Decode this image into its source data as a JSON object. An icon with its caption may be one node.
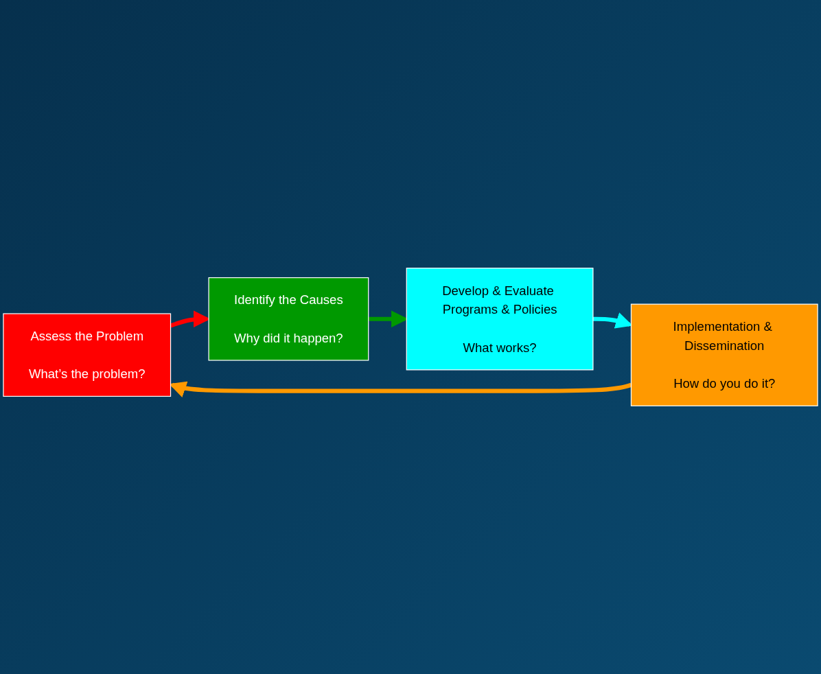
{
  "diagram": {
    "nodes": [
      {
        "text": [
          "Assess the Problem",
          "What’s the problem?"
        ]
      },
      {
        "text": [
          "Identify the Causes",
          "Why did it happen?"
        ]
      },
      {
        "text": [
          "Develop & Evaluate Programs & Policies",
          "What works?"
        ]
      },
      {
        "text": [
          "Implementation & Dissemination",
          "How do you do it?"
        ]
      }
    ],
    "edges": [
      {
        "from": 0,
        "to": 1,
        "arrow": "to",
        "color": "#ff0000"
      },
      {
        "from": 1,
        "to": 2,
        "arrow": "to",
        "color": "#009900"
      },
      {
        "from": 2,
        "to": 3,
        "arrow": "to",
        "color": "#00ffff"
      },
      {
        "from": 3,
        "to": 0,
        "arrow": "to",
        "color": "#ff9900"
      }
    ]
  }
}
